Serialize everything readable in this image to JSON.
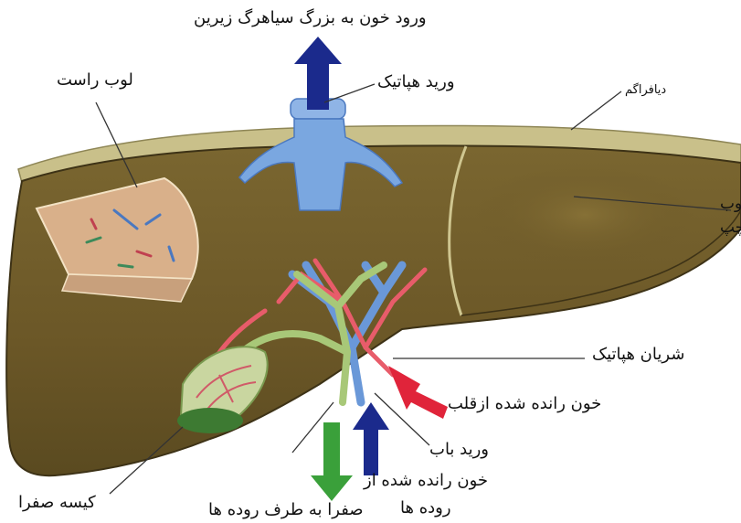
{
  "labels": {
    "blood_to_ivc": "ورود خون به بزرگ سیاهرگ زیرین",
    "hepatic_vein": "ورید هپاتیک",
    "right_lobe": "لوب راست",
    "diaphragm": "دیافراگم",
    "left_lobe_1": "وب",
    "left_lobe_2": "چپ",
    "hepatic_artery": "شریان هپاتیک",
    "blood_from_heart": "خون رانده شده ازقلب",
    "portal_vein": "ورید باب",
    "blood_from_intestine_1": "خون رانده شده از",
    "blood_from_intestine_2": "روده ها",
    "gallbladder": "کیسه صفرا",
    "bile_to_intestine": "صفرا به طرف روده ها"
  },
  "colors": {
    "liver": "#6e5a2a",
    "liver_dark": "#4e3f1c",
    "diaphragm": "#c9c08a",
    "vein_blue": "#7aa7e0",
    "arrow_blue": "#1b2a8c",
    "artery_red": "#e85c6a",
    "arrow_red": "#e0243a",
    "bile_green": "#a8c878",
    "arrow_green": "#3aa03a",
    "gallbladder": "#3d7a32",
    "cut_section": "#d9b08a"
  }
}
